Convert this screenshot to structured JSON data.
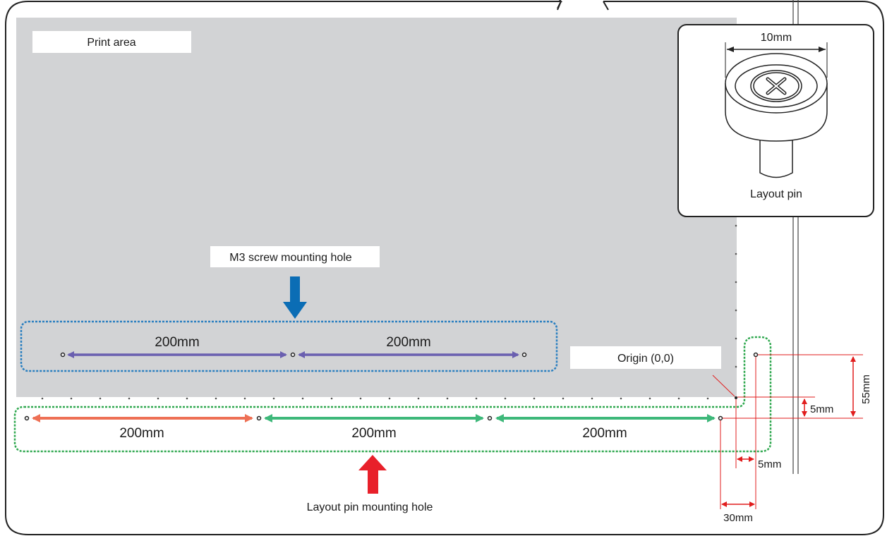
{
  "labels": {
    "print_area": "Print area",
    "m3_hole": "M3 screw mounting hole",
    "layout_pin_hole": "Layout pin mounting hole",
    "origin": "Origin (0,0)",
    "layout_pin": "Layout pin"
  },
  "screw_spans": [
    "200mm",
    "200mm"
  ],
  "pin_spans": [
    "200mm",
    "200mm",
    "200mm"
  ],
  "pin_diameter": "10mm",
  "offsets": {
    "x_small": "5mm",
    "y_small": "5mm",
    "y_large": "55mm",
    "x_large": "30mm"
  },
  "colors": {
    "print_area_fill": "#d2d3d5",
    "screw_arrow": "#6a5fb0",
    "pin_arrow_first": "#ee7055",
    "pin_arrow": "#3eb87a",
    "m3_pointer": "#0b6db5",
    "pin_pointer": "#e8202a",
    "screw_outline": "#2a7fc0",
    "pin_outline": "#2fa84f",
    "dimension": "#e11d1d"
  }
}
